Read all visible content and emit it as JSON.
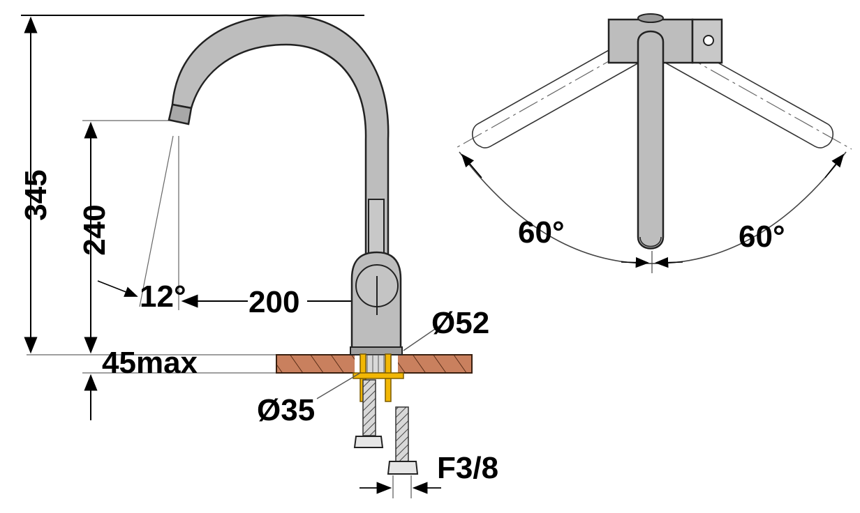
{
  "dimensions": {
    "total_height": "345",
    "spout_height": "240",
    "spout_angle": "12°",
    "spout_reach": "200",
    "base_diameter": "Ø52",
    "max_counter_thickness": "45max",
    "hole_diameter": "Ø35",
    "connection": "F3/8",
    "swivel_left": "60°",
    "swivel_right": "60°"
  },
  "colors": {
    "metal": "#bdbdbd",
    "metal_dark": "#8c8c8c",
    "outline": "#222222",
    "countertop": "#c9805e",
    "fittings": "#f2b705",
    "line": "#333333"
  }
}
